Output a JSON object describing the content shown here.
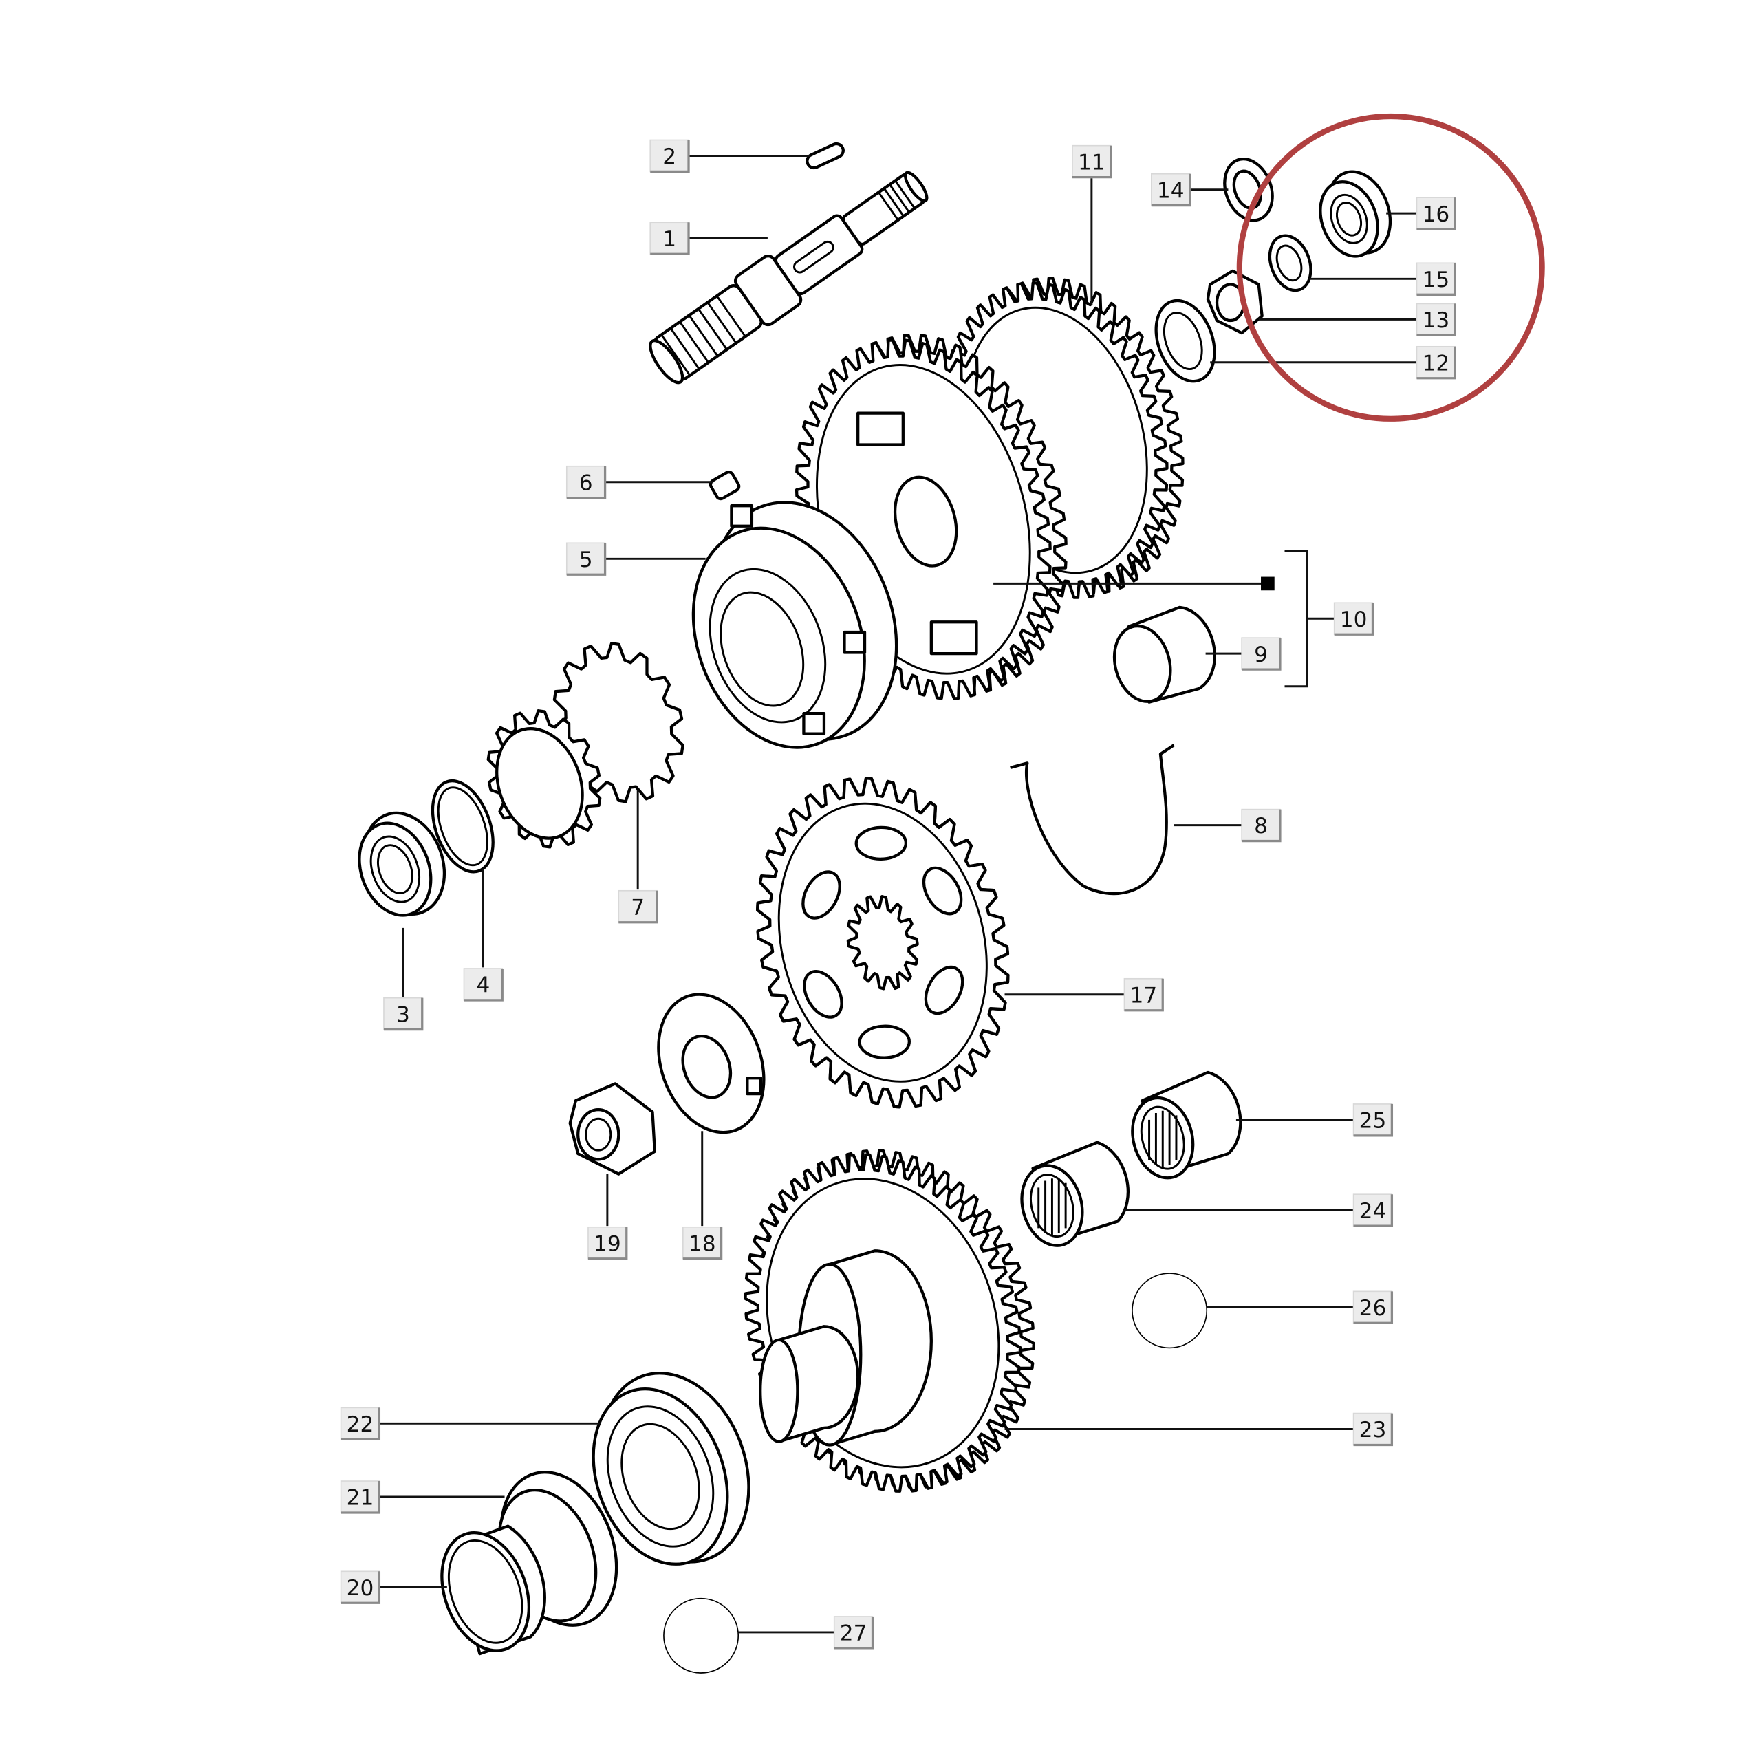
{
  "diagram": {
    "type": "exploded parts diagram",
    "labels": [
      "1",
      "2",
      "3",
      "4",
      "5",
      "6",
      "7",
      "8",
      "9",
      "10",
      "11",
      "12",
      "13",
      "14",
      "15",
      "16",
      "17",
      "18",
      "19",
      "20",
      "21",
      "22",
      "23",
      "24",
      "25",
      "26",
      "27"
    ],
    "highlight_color": "#b04040",
    "highlighted_parts": [
      "12",
      "13",
      "15",
      "16"
    ]
  }
}
